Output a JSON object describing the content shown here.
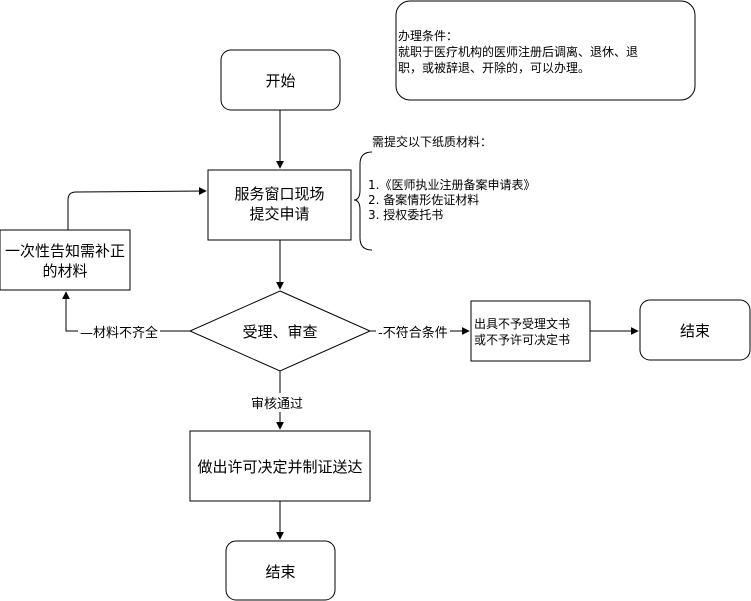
{
  "nodes": {
    "start": "开始",
    "apply_line1": "服务窗口现场",
    "apply_line2": "提交申请",
    "review": "受理、审查",
    "supplement_line1": "一次性告知需补正",
    "supplement_line2": "的材料",
    "reject_doc_line1": "出具不予受理文书",
    "reject_doc_line2": "或不予许可决定书",
    "end_right": "结束",
    "decision": "做出许可决定并制证送达",
    "end_bottom": "结束"
  },
  "edges": {
    "incomplete": "材料不齐全",
    "not_qualified": "不符合条件",
    "approved": "审核通过"
  },
  "materials_note": {
    "title": "需提交以下纸质材料：",
    "items": [
      "1.《医师执业注册备案申请表》",
      "2. 备案情形佐证材料",
      "3. 授权委托书"
    ]
  },
  "conditions_note": {
    "title": "办理条件：",
    "line1": "就职于医疗机构的医师注册后调离、退休、退",
    "line2": "职，或被辞退、开除的，可以办理。"
  }
}
